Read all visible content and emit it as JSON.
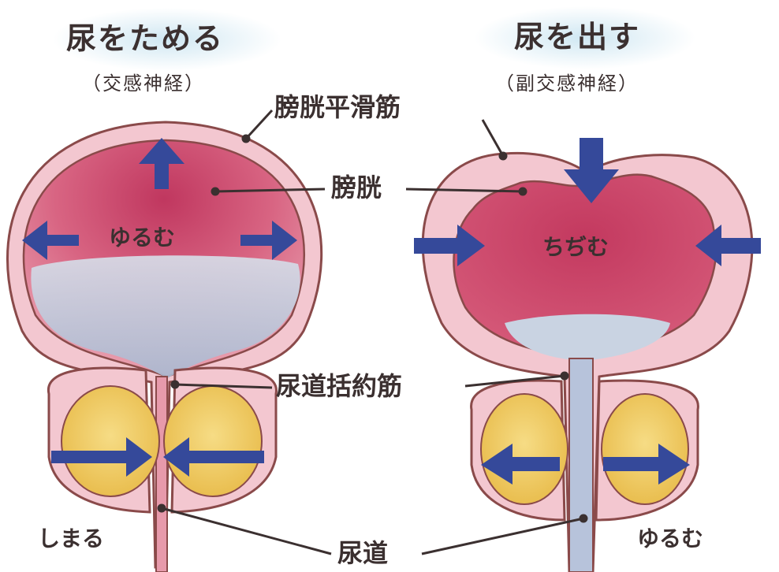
{
  "left": {
    "title": "尿をためる",
    "nerve": "（交感神経）",
    "bladder_state": "ゆるむ",
    "sphincter_state": "しまる"
  },
  "right": {
    "title": "尿を出す",
    "nerve": "（副交感神経）",
    "bladder_state": "ちぢむ",
    "sphincter_state": "ゆるむ"
  },
  "labels": {
    "detrusor": "膀胱平滑筋",
    "bladder": "膀胱",
    "sphincter": "尿道括約筋",
    "urethra": "尿道"
  },
  "colors": {
    "wall": "#f2c5cf",
    "outline": "#8a4a4a",
    "bladder_inner": "#cf4a6c",
    "urine": "#c9d3e2",
    "prostate": "#f1cf6a",
    "arrow": "#35499a",
    "title_glow": "#cfe7f2"
  }
}
